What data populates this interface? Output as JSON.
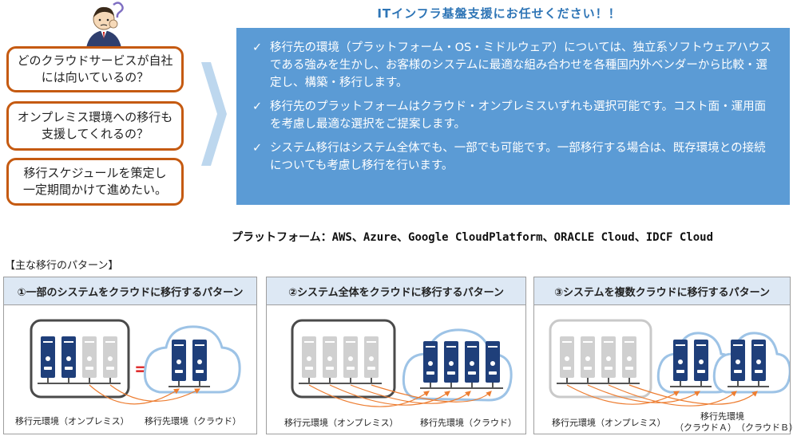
{
  "questions": [
    "どのクラウドサービスが自社\nには向いているの？",
    "オンプレミス環境への移行も\n支援してくれるの？",
    "移行スケジュールを策定し\n一定期間かけて進めたい。"
  ],
  "headline": "ITインフラ基盤支援にお任せください！！",
  "check_glyph": "✓",
  "bullets": [
    "移行先の環境（プラットフォーム・OS・ミドルウェア）については、独立系ソフトウェアハウスである強みを生かし、お客様のシステムに最適な組み合わせを各種国内外ベンダーから比較・選定し、構築・移行します。",
    "移行先のプラットフォームはクラウド・オンプレミスいずれも選択可能です。コスト面・運用面を考慮し最適な選択をご提案します。",
    "システム移行はシステム全体でも、一部でも可能です。一部移行する場合は、既存環境との接続についても考慮し移行を行います。"
  ],
  "platform_line": "プラットフォーム：AWS、Azure、Google CloudPlatform、ORACLE Cloud、IDCF Cloud",
  "section_title": "【主な移行のパターン】",
  "patterns": [
    {
      "title": "①一部のシステムをクラウドに移行するパターン",
      "source_label": "移行元環境（オンプレミス）",
      "target_label": "移行先環境（クラウド）",
      "equals": "="
    },
    {
      "title": "②システム全体をクラウドに移行するパターン",
      "source_label": "移行元環境（オンプレミス）",
      "target_label": "移行先環境（クラウド）"
    },
    {
      "title": "③システムを複数クラウドに移行するパターン",
      "source_label": "移行元環境（オンプレミス）",
      "target_label": "移行先環境",
      "target_sublabels": "（クラウドＡ）　（クラウドＢ）"
    }
  ],
  "colors": {
    "panel_blue": "#5b9bd5",
    "headline_blue": "#2e75b6",
    "bubble_border": "#c55a11",
    "server_dark": "#1f3f7a",
    "server_light": "#d0d0d0",
    "arrow_orange": "#ed7d31",
    "cloud_outline": "#9dc3e6"
  }
}
